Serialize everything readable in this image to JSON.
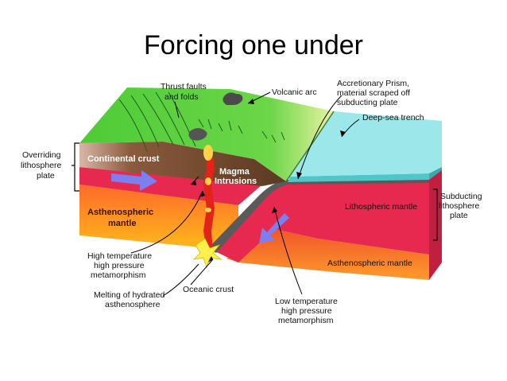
{
  "title": "Forcing one under",
  "labels": {
    "thrust_faults_1": "Thrust faults",
    "thrust_faults_2": "and folds",
    "volcanic_arc": "Volcanic arc",
    "accretionary_1": "Accretionary Prism,",
    "accretionary_2": "material scraped off",
    "accretionary_3": "subducting plate",
    "deep_sea_trench": "Deep-sea trench",
    "overriding_1": "Overriding",
    "overriding_2": "lithosphere",
    "overriding_3": "plate",
    "continental_crust": "Continental crust",
    "magma_1": "Magma",
    "magma_2": "Intrusions",
    "lithospheric_mantle": "Lithospheric mantle",
    "subducting_1": "Subducting",
    "subducting_2": "lithosphere",
    "subducting_3": "plate",
    "astheno_left_1": "Asthenospheric",
    "astheno_left_2": "mantle",
    "astheno_right": "Asthenospheric mantle",
    "high_temp_1": "High temperature",
    "high_temp_2": "high pressure",
    "high_temp_3": "metamorphism",
    "oceanic_crust": "Oceanic crust",
    "melting_1": "Melting of hydrated",
    "melting_2": "asthenosphere",
    "low_temp_1": "Low temperature",
    "low_temp_2": "high pressure",
    "low_temp_3": "metamorphism"
  },
  "colors": {
    "land": "#58d13c",
    "land_dark": "#2f9a2a",
    "ocean_top": "#9be7ea",
    "ocean_front": "#4fc6c9",
    "crust": "#6e4a2e",
    "lithosphere": "#e8294f",
    "asthenosphere": "#f7a12b",
    "oceanic_crust": "#5a5a5a",
    "arrow": "#7b7ff0",
    "magma": "#e2231a"
  }
}
